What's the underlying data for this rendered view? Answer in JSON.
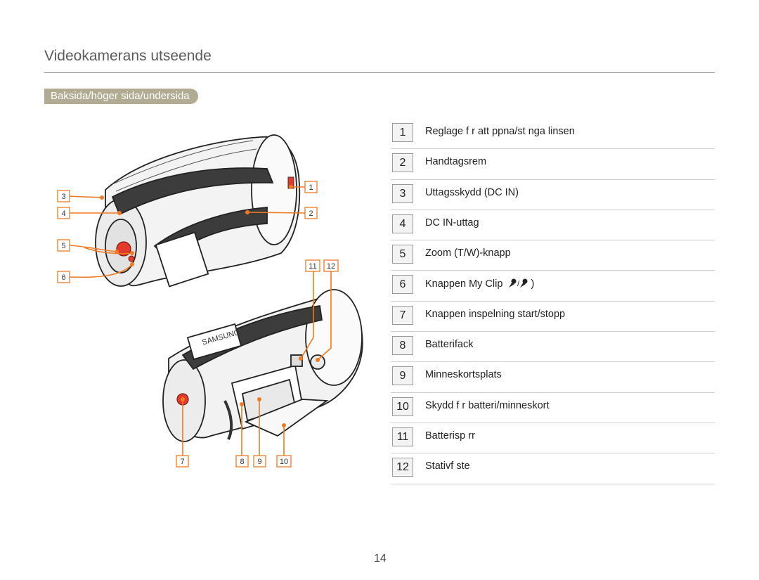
{
  "page": {
    "title": "Videokamerans utseende",
    "section": "Baksida/höger sida/undersida",
    "page_number": "14"
  },
  "callouts": [
    "1",
    "2",
    "3",
    "4",
    "5",
    "6",
    "7",
    "8",
    "9",
    "10",
    "11",
    "12"
  ],
  "legend": [
    {
      "num": "1",
      "label": "Reglage f r att  ppna/st nga linsen"
    },
    {
      "num": "2",
      "label": "Handtagsrem"
    },
    {
      "num": "3",
      "label": "Uttagsskydd (DC IN)"
    },
    {
      "num": "4",
      "label": "DC IN-uttag"
    },
    {
      "num": "5",
      "label": "Zoom (T/W)-knapp"
    },
    {
      "num": "6",
      "label": "Knappen My Clip",
      "suffix": " )"
    },
    {
      "num": "7",
      "label": "Knappen inspelning start/stopp"
    },
    {
      "num": "8",
      "label": "Batterifack"
    },
    {
      "num": "9",
      "label": "Minneskortsplats"
    },
    {
      "num": "10",
      "label": "Skydd f r batteri/minneskort"
    },
    {
      "num": "11",
      "label": "Batterisp rr"
    },
    {
      "num": "12",
      "label": "Stativf ste"
    }
  ],
  "brand_text": "SAMSUNG",
  "colors": {
    "accent": "#f07a22",
    "pill": "#b0ab92",
    "rule": "#888888"
  },
  "icons": [
    "myclip-pin-icon",
    "myclip-pin-alt-icon"
  ]
}
